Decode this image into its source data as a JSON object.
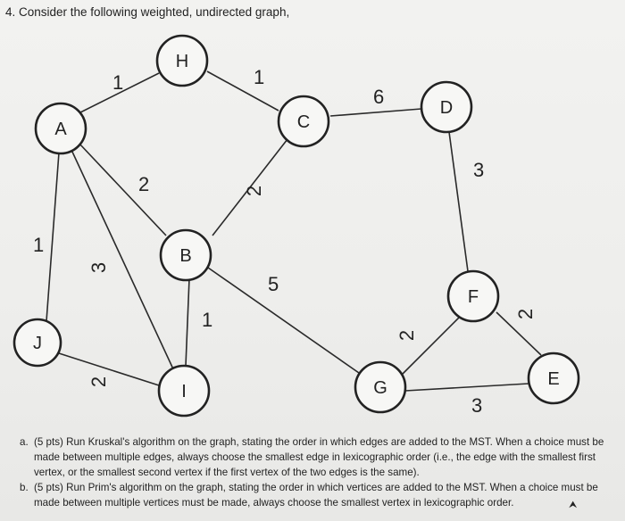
{
  "question": {
    "title": "4. Consider the following weighted, undirected graph,"
  },
  "graph": {
    "nodes": [
      "H",
      "A",
      "C",
      "D",
      "B",
      "F",
      "J",
      "G",
      "E",
      "I"
    ],
    "edges": [
      {
        "from": "A",
        "to": "H",
        "weight": "1"
      },
      {
        "from": "H",
        "to": "C",
        "weight": "1"
      },
      {
        "from": "C",
        "to": "D",
        "weight": "6"
      },
      {
        "from": "A",
        "to": "B",
        "weight": "2"
      },
      {
        "from": "B",
        "to": "C",
        "weight": "2"
      },
      {
        "from": "D",
        "to": "F",
        "weight": "3"
      },
      {
        "from": "A",
        "to": "J",
        "weight": "1"
      },
      {
        "from": "A",
        "to": "I",
        "weight": "3"
      },
      {
        "from": "B",
        "to": "G",
        "weight": "5"
      },
      {
        "from": "B",
        "to": "I",
        "weight": "1"
      },
      {
        "from": "F",
        "to": "E",
        "weight": "2"
      },
      {
        "from": "F",
        "to": "G",
        "weight": "2"
      },
      {
        "from": "J",
        "to": "I",
        "weight": "2"
      },
      {
        "from": "G",
        "to": "E",
        "weight": "3"
      }
    ]
  },
  "parts": [
    {
      "letter": "a.",
      "text": "(5 pts) Run Kruskal's algorithm on the graph, stating the order in which edges are added to the MST. When a choice must be made between multiple edges, always choose the smallest edge in lexicographic order (i.e., the edge with the smallest first vertex, or the smallest second vertex if the first vertex of the two edges is the same)."
    },
    {
      "letter": "b.",
      "text": "(5 pts) Run Prim's algorithm on the graph, stating the order in which vertices are added to the MST. When a choice must be made between multiple vertices must be made, always choose the smallest vertex in lexicographic order."
    }
  ],
  "icons": {
    "cursor": "mouse-pointer-icon"
  }
}
